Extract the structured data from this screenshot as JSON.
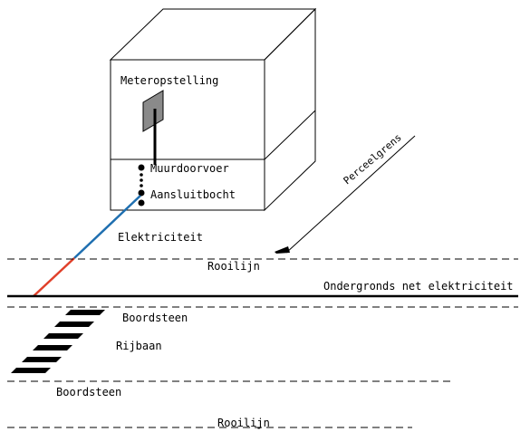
{
  "labels": {
    "meteropstelling": "Meteropstelling",
    "muurdoorvoer": "Muurdoorvoer",
    "aansluitbocht": "Aansluitbocht",
    "perceelgrens": "Perceelgrens",
    "elektriciteit": "Elektriciteit",
    "rooilijn_top": "Rooilijn",
    "ondergronds_net": "Ondergronds net elektriciteit",
    "boordsteen_top": "Boordsteen",
    "rijbaan": "Rijbaan",
    "boordsteen_bottom": "Boordsteen",
    "rooilijn_bottom": "Rooilijn"
  },
  "colors": {
    "line": "#000000",
    "cable_house_side": "#1f6fb0",
    "cable_street_side": "#e0402a",
    "meter_panel": "#8a8a8a"
  }
}
